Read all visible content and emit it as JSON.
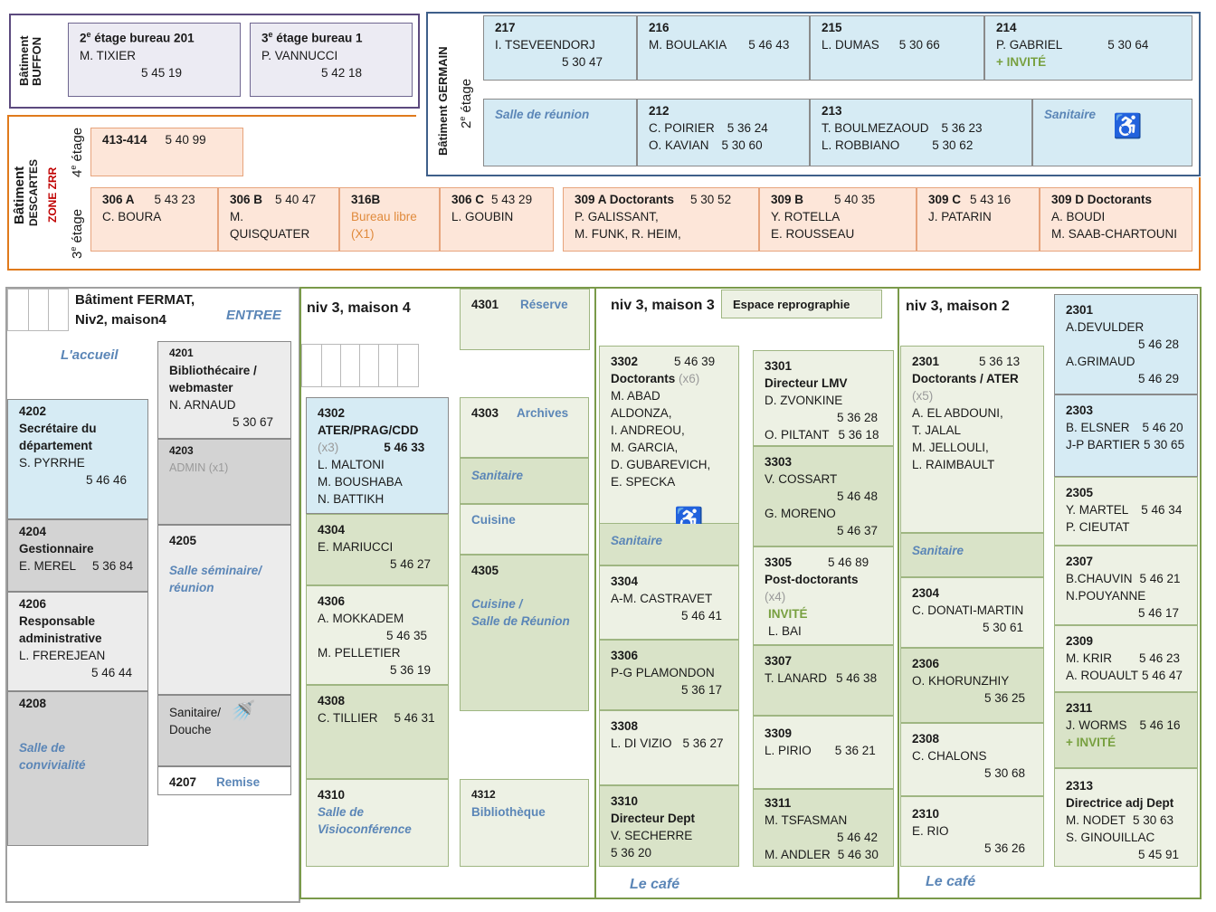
{
  "buffon": {
    "label_line1": "Bâtiment",
    "label_line2": "BUFFON",
    "rooms": [
      {
        "title_num": "2",
        "title_sup": "e",
        "title_rest": " étage bureau 201",
        "name": "M. TIXIER",
        "phone": "5 45 19"
      },
      {
        "title_num": "3",
        "title_sup": "e",
        "title_rest": " étage bureau 1",
        "name": "P. VANNUCCI",
        "phone": "5 42 18"
      }
    ]
  },
  "germain": {
    "label": "Bâtiment GERMAIN",
    "floor_num": "2",
    "floor_sup": "e",
    "floor_rest": " étage",
    "row1": [
      {
        "num": "217",
        "name": "I. TSEVEENDORJ",
        "phone": "5 30 47"
      },
      {
        "num": "216",
        "name": "M. BOULAKIA",
        "phone": "5 46 43"
      },
      {
        "num": "215",
        "name": "L. DUMAS",
        "phone": "5 30 66"
      },
      {
        "num": "214",
        "name": "P. GABRIEL",
        "phone": "5 30 64",
        "guest": "+ INVITÉ"
      }
    ],
    "meeting": "Salle de réunion",
    "r212": {
      "num": "212",
      "p1": "C. POIRIER",
      "ph1": "5 36 24",
      "p2": "O. KAVIAN",
      "ph2": "5 30 60"
    },
    "r213": {
      "num": "213",
      "p1": "T. BOULMEZAOUD",
      "ph1": "5 36 23",
      "p2": "L. ROBBIANO",
      "ph2": "5 30 62"
    },
    "sanitaire": "Sanitaire",
    "accessible_icon": "wheelchair-icon"
  },
  "descartes": {
    "label1": "Bâtiment",
    "label2": "DESCARTES",
    "label3": "ZONE ZRR",
    "zrr_color": "#c00000",
    "floor4_num": "4",
    "floor4_sup": "e",
    "floor4_rest": " étage",
    "floor3_num": "3",
    "floor3_sup": "e",
    "floor3_rest": " étage",
    "r413": {
      "num": "413-414",
      "phone": "5 40 99"
    },
    "floor3": [
      {
        "num": "306 A",
        "phone": "5 43 23",
        "l1": "C. BOURA",
        "l2": ""
      },
      {
        "num": "306 B",
        "phone": "5 40 47",
        "l1": "M.",
        "l2": "QUISQUATER"
      },
      {
        "num": "316B",
        "phone": "",
        "l1": "Bureau libre",
        "l2": "(X1)"
      },
      {
        "num": "306 C",
        "phone": "5 43 29",
        "l1": "L. GOUBIN",
        "l2": ""
      },
      {
        "num": "309 A  Doctorants",
        "phone": "5 30 52",
        "l1": "P. GALISSANT,",
        "l2": "M. FUNK,  R. HEIM,"
      },
      {
        "num": "309 B",
        "phone": "5 40 35",
        "l1": "Y. ROTELLA",
        "l2": "E. ROUSSEAU"
      },
      {
        "num": "309 C",
        "phone": "5 43 16",
        "l1": "J. PATARIN",
        "l2": ""
      },
      {
        "num": "309 D Doctorants",
        "phone": "",
        "l1": "A. BOUDI",
        "l2": "M. SAAB-CHARTOUNI"
      }
    ]
  },
  "fermat": {
    "title1": "Bâtiment FERMAT,",
    "title2": "Niv2, maison4",
    "entree": "ENTREE",
    "accueil": "L'accueil",
    "r4202": {
      "num": "4202",
      "t1": "Secrétaire du",
      "t2": "département",
      "name": "S. PYRRHE",
      "phone": "5 46 46"
    },
    "r4204": {
      "num": "4204",
      "t": "Gestionnaire",
      "name": "E. MEREL",
      "phone": "5 36 84"
    },
    "r4206": {
      "num": "4206",
      "t1": "Responsable",
      "t2": "administrative",
      "name": "L. FREREJEAN",
      "phone": "5 46 44"
    },
    "r4208": {
      "num": "4208",
      "t1": "Salle de",
      "t2": "convivialité"
    },
    "r4201": {
      "num": "4201",
      "t1": "Bibliothécaire /",
      "t2": "webmaster",
      "name": "N. ARNAUD",
      "phone": "5 30 67"
    },
    "r4203": {
      "num": "4203",
      "t": "ADMIN (x1)"
    },
    "r4205": {
      "num": "4205",
      "t1": "Salle séminaire/",
      "t2": "réunion"
    },
    "sanitaire": {
      "t1": "Sanitaire/",
      "t2": "Douche",
      "icon": "shower-icon"
    },
    "r4207": {
      "num": "4207",
      "t": "Remise"
    }
  },
  "maison4": {
    "title": "niv 3, maison 4",
    "r4301": {
      "num": "4301",
      "t": "Réserve"
    },
    "r4302": {
      "num": "4302",
      "t": "ATER/PRAG/CDD",
      "count": "(x3)",
      "phone": "5 46 33",
      "n1": "L. MALTONI",
      "n2": "M. BOUSHABA",
      "n3": "N. BATTIKH"
    },
    "r4303": {
      "num": "4303",
      "t": "Archives"
    },
    "sanitaire": "Sanitaire",
    "cuisine": "Cuisine",
    "r4304": {
      "num": "4304",
      "name": "E. MARIUCCI",
      "phone": "5 46 27"
    },
    "r4305": {
      "num": "4305",
      "t1": "Cuisine /",
      "t2": "Salle de Réunion"
    },
    "r4306": {
      "num": "4306",
      "n1": "A. MOKKADEM",
      "ph1": "5 46 35",
      "n2": "M. PELLETIER",
      "ph2": "5 36 19"
    },
    "r4308": {
      "num": "4308",
      "name": "C. TILLIER",
      "phone": "5 46 31"
    },
    "r4310": {
      "num": "4310",
      "t1": "Salle de",
      "t2": "Visioconférence"
    },
    "r4312": {
      "num": "4312",
      "t": "Bibliothèque"
    }
  },
  "maison3": {
    "title": "niv 3, maison 3",
    "repro": "Espace reprographie",
    "r3302": {
      "num": "3302",
      "phone": "5 46 39",
      "t": "Doctorants",
      "count": "(x6)",
      "n1": "M. ABAD",
      "n2": "ALDONZA,",
      "n3": "I. ANDREOU,",
      "n4": "M. GARCIA,",
      "n5": "D. GUBAREVICH,",
      "n6": "E. SPECKA"
    },
    "sanitaire": "Sanitaire",
    "accessible_icon": "wheelchair-icon",
    "r3304": {
      "num": "3304",
      "name": "A-M. CASTRAVET",
      "phone": "5 46 41"
    },
    "r3306": {
      "num": "3306",
      "name": "P-G PLAMONDON",
      "phone": "5 36 17"
    },
    "r3308": {
      "num": "3308",
      "name": "L. DI VIZIO",
      "phone": "5 36 27"
    },
    "r3310": {
      "num": "3310",
      "t": "Directeur Dept",
      "name": "V. SECHERRE",
      "phone": "5 36 20"
    },
    "r3301": {
      "num": "3301",
      "t": "Directeur LMV",
      "name": "D. ZVONKINE",
      "phone": "5 36 28",
      "n2": "O. PILTANT",
      "ph2": "5 36 18"
    },
    "r3303": {
      "num": "3303",
      "n1": "V. COSSART",
      "ph1": "5 46 48",
      "n2": "G. MORENO",
      "ph2": "5 46 37"
    },
    "r3305": {
      "num": "3305",
      "phone": "5 46 89",
      "t": "Post-doctorants",
      "count": "(x4)",
      "guest": "INVITÉ",
      "name": "L. BAI"
    },
    "r3307": {
      "num": "3307",
      "name": "T. LANARD",
      "phone": "5 46 38"
    },
    "r3309": {
      "num": "3309",
      "name": "L. PIRIO",
      "phone": "5 36 21"
    },
    "r3311": {
      "num": "3311",
      "n1": "M. TSFASMAN",
      "ph1": "5 46 42",
      "n2": "M. ANDLER",
      "ph2": "5 46 30"
    },
    "cafe": "Le café"
  },
  "maison2": {
    "title": "niv 3, maison 2",
    "r2301a": {
      "num": "2301",
      "phone": "5 36 13",
      "t": "Doctorants / ATER",
      "count": "(x5)",
      "n1": "A. EL ABDOUNI,",
      "n2": "T. JALAL",
      "n3": "M. JELLOULI,",
      "n4": "L. RAIMBAULT"
    },
    "sanitaire": "Sanitaire",
    "r2304": {
      "num": "2304",
      "name": "C. DONATI-MARTIN",
      "phone": "5 30 61"
    },
    "r2306": {
      "num": "2306",
      "name": "O. KHORUNZHIY",
      "phone": "5 36 25"
    },
    "r2308": {
      "num": "2308",
      "name": "C. CHALONS",
      "phone": "5 30 68"
    },
    "r2310": {
      "num": "2310",
      "name": "E. RIO",
      "phone": "5 36 26"
    },
    "r2301b": {
      "num": "2301",
      "n1": "A.DEVULDER",
      "ph1": "5 46 28",
      "n2": "A.GRIMAUD",
      "ph2": "5 46 29"
    },
    "r2303": {
      "num": "2303",
      "n1": "B. ELSNER",
      "ph1": "5 46 20",
      "n2": "J-P BARTIER",
      "ph2": "5 30 65"
    },
    "r2305": {
      "num": "2305",
      "n1": "Y. MARTEL",
      "ph1": "5 46 34",
      "n2": "P. CIEUTAT"
    },
    "r2307": {
      "num": "2307",
      "n1": "B.CHAUVIN",
      "ph1": "5 46 21",
      "n2": "N.POUYANNE",
      "ph2": "5 46 17"
    },
    "r2309": {
      "num": "2309",
      "n1": "M. KRIR",
      "ph1": "5 46 23",
      "n2": "A. ROUAULT",
      "ph2": "5 46 47"
    },
    "r2311": {
      "num": "2311",
      "n1": "J. WORMS",
      "ph1": "5 46 16",
      "guest": "+ INVITÉ"
    },
    "r2313": {
      "num": "2313",
      "t": "Directrice adj Dept",
      "n1": "M. NODET",
      "ph1": "5 30 63",
      "n2": "S. GINOUILLAC",
      "ph2": "5 45 91"
    },
    "cafe": "Le café"
  },
  "colors": {
    "buffon_border": "#5c4a7e",
    "germain_border": "#3e5f8a",
    "descartes_border": "#e07a1c",
    "fermat_border": "#a0a0a0",
    "maison_border": "#7a9a4a"
  }
}
